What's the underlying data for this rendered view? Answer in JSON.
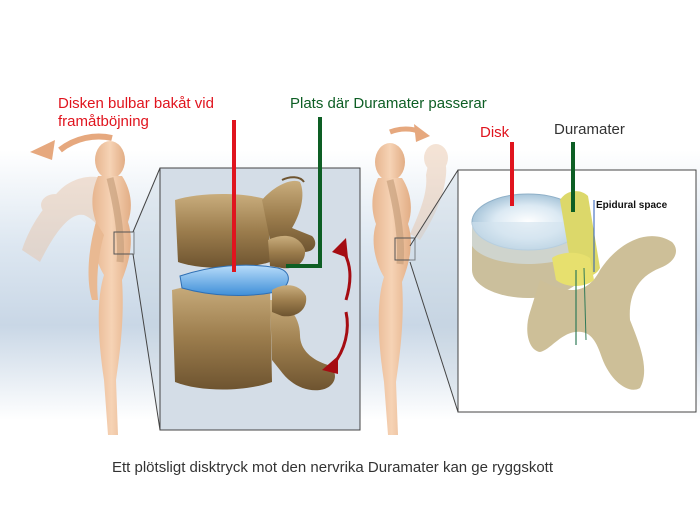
{
  "labels": {
    "disc_bulge": [
      "Disken bulbar bakåt vid",
      "framåtböjning"
    ],
    "dura_passage": "Plats där Duramater passerar",
    "disc": "Disk",
    "duramater": "Duramater",
    "epidural": "Epidural space"
  },
  "caption": "Ett plötsligt disktryck mot den nervrika Duramater kan ge ryggskott",
  "colors": {
    "pointer_red": "#e0141e",
    "pointer_green": "#0d5e24",
    "bone": "#a88a5a",
    "disc_blue": "#5aa6e6",
    "skin": "#f2c9a8",
    "background_band": "#dfe8f2"
  }
}
